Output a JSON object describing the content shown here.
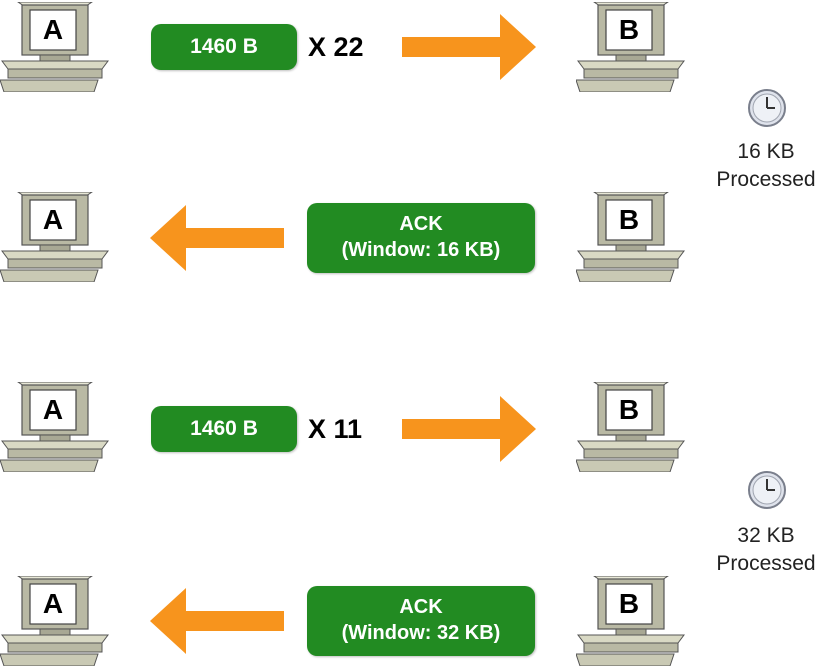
{
  "colors": {
    "pill": "#228b22",
    "arrow": "#f7941d",
    "clock": "#dfe3ec"
  },
  "rows": [
    {
      "left": "A",
      "right": "B",
      "packet": "1460 B",
      "multiplier": "X 22"
    },
    {
      "left": "A",
      "right": "B",
      "ack_line1": "ACK",
      "ack_line2": "(Window: 16 KB)"
    },
    {
      "left": "A",
      "right": "B",
      "packet": "1460 B",
      "multiplier": "X 11"
    },
    {
      "left": "A",
      "right": "B",
      "ack_line1": "ACK",
      "ack_line2": "(Window: 32 KB)"
    }
  ],
  "processed": [
    {
      "amount": "16 KB",
      "label": "Processed",
      "icon": "clock-icon"
    },
    {
      "amount": "32 KB",
      "label": "Processed",
      "icon": "clock-icon"
    }
  ]
}
